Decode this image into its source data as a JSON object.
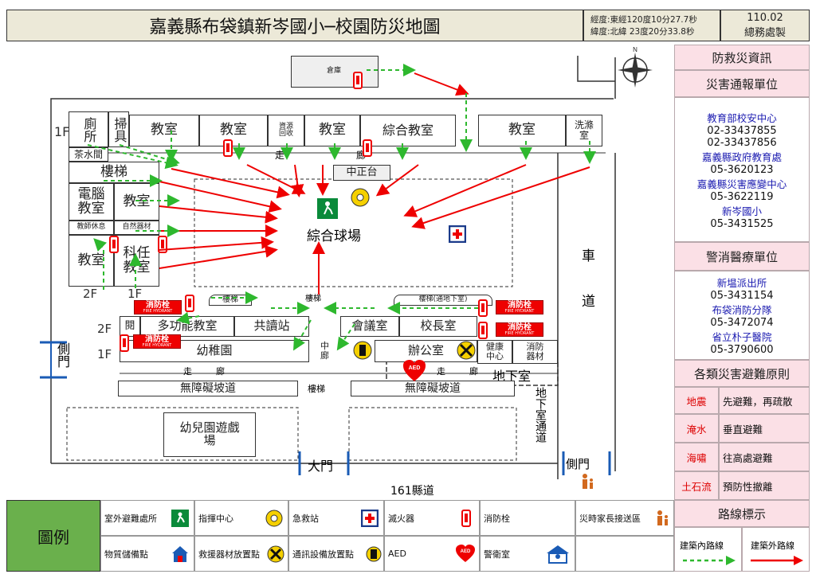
{
  "header": {
    "title": "嘉義縣布袋鎮新岑國小─校園防災地圖",
    "coords_line1": "經度:東經120度10分27.7秒",
    "coords_line2": "緯度:北緯 23度20分33.8秒",
    "date": "110.02",
    "maker": "總務處製"
  },
  "sidebar": {
    "title": "防救災資訊",
    "report_title": "災害通報單位",
    "report_units": [
      {
        "org": "教育部校安中心",
        "tel": "02-33437855"
      },
      {
        "org": "",
        "tel": "02-33437856"
      },
      {
        "org": "嘉義縣政府教育處",
        "tel": "05-3620123"
      },
      {
        "org": "嘉義縣災害應變中心",
        "tel": "05-3622119"
      },
      {
        "org": "新岑國小",
        "tel": "05-3431525"
      }
    ],
    "medical_title": "警消醫療單位",
    "medical_units": [
      {
        "org": "新塭派出所",
        "tel": "05-3431154"
      },
      {
        "org": "布袋消防分隊",
        "tel": "05-3472074"
      },
      {
        "org": "省立朴子醫院",
        "tel": "05-3790600"
      }
    ],
    "rules_title": "各類災害避難原則",
    "rules": [
      {
        "disaster": "地震",
        "action": "先避難，再疏散"
      },
      {
        "disaster": "淹水",
        "action": "垂直避難"
      },
      {
        "disaster": "海嘯",
        "action": "往高處避難"
      },
      {
        "disaster": "土石流",
        "action": "預防性撤離"
      }
    ],
    "route_title": "路線標示",
    "route_inside": "建築內路線",
    "route_outside": "建築外路線"
  },
  "legend": {
    "title": "圖例",
    "items": [
      "室外避難處所",
      "指揮中心",
      "急救站",
      "滅火器",
      "消防栓",
      "災時家長接送區",
      "物質儲備點",
      "救援器材放置點",
      "通訊設備放置點",
      "AED",
      "警衛室"
    ]
  },
  "map": {
    "compass": "N",
    "storage": "倉庫",
    "floor_1f": "1F",
    "floor_2f": "2F",
    "toilet": "廁所",
    "janitor": "掃具",
    "classroom": "教室",
    "resource_recycling": "資源回收",
    "comprehensive_classroom": "綜合教室",
    "wash_room": "洗滌室",
    "corridor": "走廊",
    "tea_room": "茶水間",
    "stairs": "樓梯",
    "computer_room": "電腦教室",
    "teacher_rest": "教師休息",
    "nature_equipment": "自然器材",
    "science_classroom": "科任教室",
    "zhongzheng_stage": "中正台",
    "sports_field": "綜合球場",
    "road": "車道",
    "side_gate": "側門",
    "multi_classroom": "多功能教室",
    "reading_hall": "共讀站",
    "meeting_room": "會議室",
    "principal_office": "校長室",
    "kindergarten": "幼稚園",
    "middle_corridor": "中廊",
    "office": "辦公室",
    "reading": "閱",
    "health_center": "健康中心",
    "fire_equipment_room": "消防器材",
    "basement": "地下室",
    "stairs_to_basement": "樓梯(通地下室)",
    "barrier_free_ramp": "無障礙坡道",
    "basement_passage": "地下室通道",
    "kindergarten_playground": "幼兒園遊戲場",
    "main_gate": "大門",
    "road_name": "161縣道",
    "hydrant_cn": "消防栓",
    "hydrant_en": "FIRE HYDRANT",
    "aed": "AED"
  },
  "colors": {
    "header_bg": "#ece9d8",
    "sidebar_bg": "#fbe0e6",
    "legend_title_bg": "#6ab04c",
    "inside_route": "#2eb82e",
    "outside_route": "#e00000",
    "hydrant": "#e00000"
  }
}
